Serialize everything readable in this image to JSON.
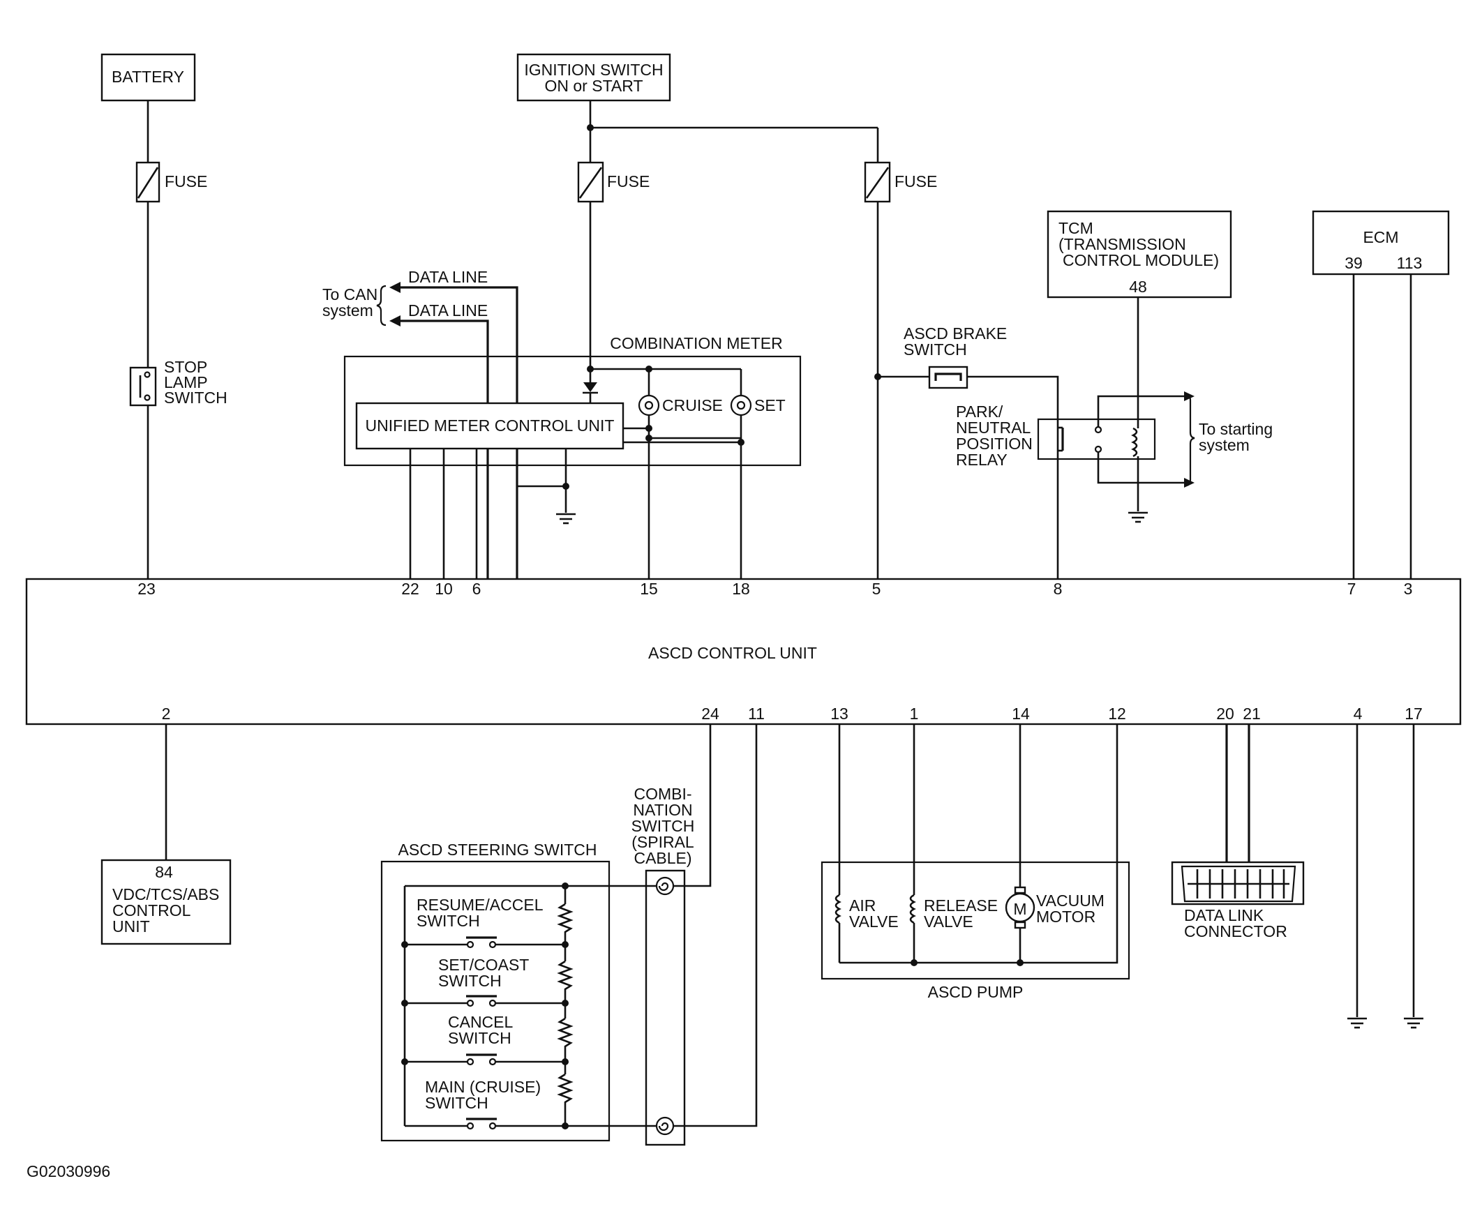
{
  "battery": "BATTERY",
  "ignition": {
    "line1": "IGNITION SWITCH",
    "line2": "ON or START"
  },
  "fuse": "FUSE",
  "stop_lamp": [
    "STOP",
    "LAMP",
    "SWITCH"
  ],
  "can": {
    "data_line": "DATA LINE",
    "to_can": "To CAN",
    "system": "system"
  },
  "combination_meter": {
    "title": "COMBINATION METER",
    "unified": "UNIFIED METER CONTROL UNIT",
    "cruise": "CRUISE",
    "set": "SET"
  },
  "tcm": {
    "line1": "TCM",
    "line2": "(TRANSMISSION",
    "line3": "CONTROL MODULE)",
    "pin": "48"
  },
  "ecm": {
    "title": "ECM",
    "pin39": "39",
    "pin113": "113"
  },
  "brake_switch": [
    "ASCD BRAKE",
    "SWITCH"
  ],
  "pnp_relay": [
    "PARK/",
    "NEUTRAL",
    "POSITION",
    "RELAY"
  ],
  "to_starting": [
    "To starting",
    "system"
  ],
  "ascd_unit": {
    "title": "ASCD CONTROL UNIT",
    "top_pins": [
      "23",
      "22",
      "10",
      "6",
      "15",
      "18",
      "5",
      "8",
      "7",
      "3"
    ],
    "bottom_pins": [
      "2",
      "24",
      "11",
      "13",
      "1",
      "14",
      "12",
      "20",
      "21",
      "4",
      "17"
    ]
  },
  "vdc": {
    "pin": "84",
    "line1": "VDC/TCS/ABS",
    "line2": "CONTROL",
    "line3": "UNIT"
  },
  "steering": {
    "title": "ASCD STEERING SWITCH",
    "switches": [
      [
        "RESUME/ACCEL",
        "SWITCH"
      ],
      [
        "SET/COAST",
        "SWITCH"
      ],
      [
        "CANCEL",
        "SWITCH"
      ],
      [
        "MAIN (CRUISE)",
        "SWITCH"
      ]
    ]
  },
  "combi_switch": [
    "COMBI-",
    "NATION",
    "SWITCH",
    "(SPIRAL",
    "CABLE)"
  ],
  "pump": {
    "title": "ASCD PUMP",
    "air": [
      "AIR",
      "VALVE"
    ],
    "release": [
      "RELEASE",
      "VALVE"
    ],
    "vacuum": [
      "VACUUM",
      "MOTOR"
    ],
    "motor_symbol": "M"
  },
  "dlc": [
    "DATA LINK",
    "CONNECTOR"
  ],
  "figure_id": "G02030996"
}
